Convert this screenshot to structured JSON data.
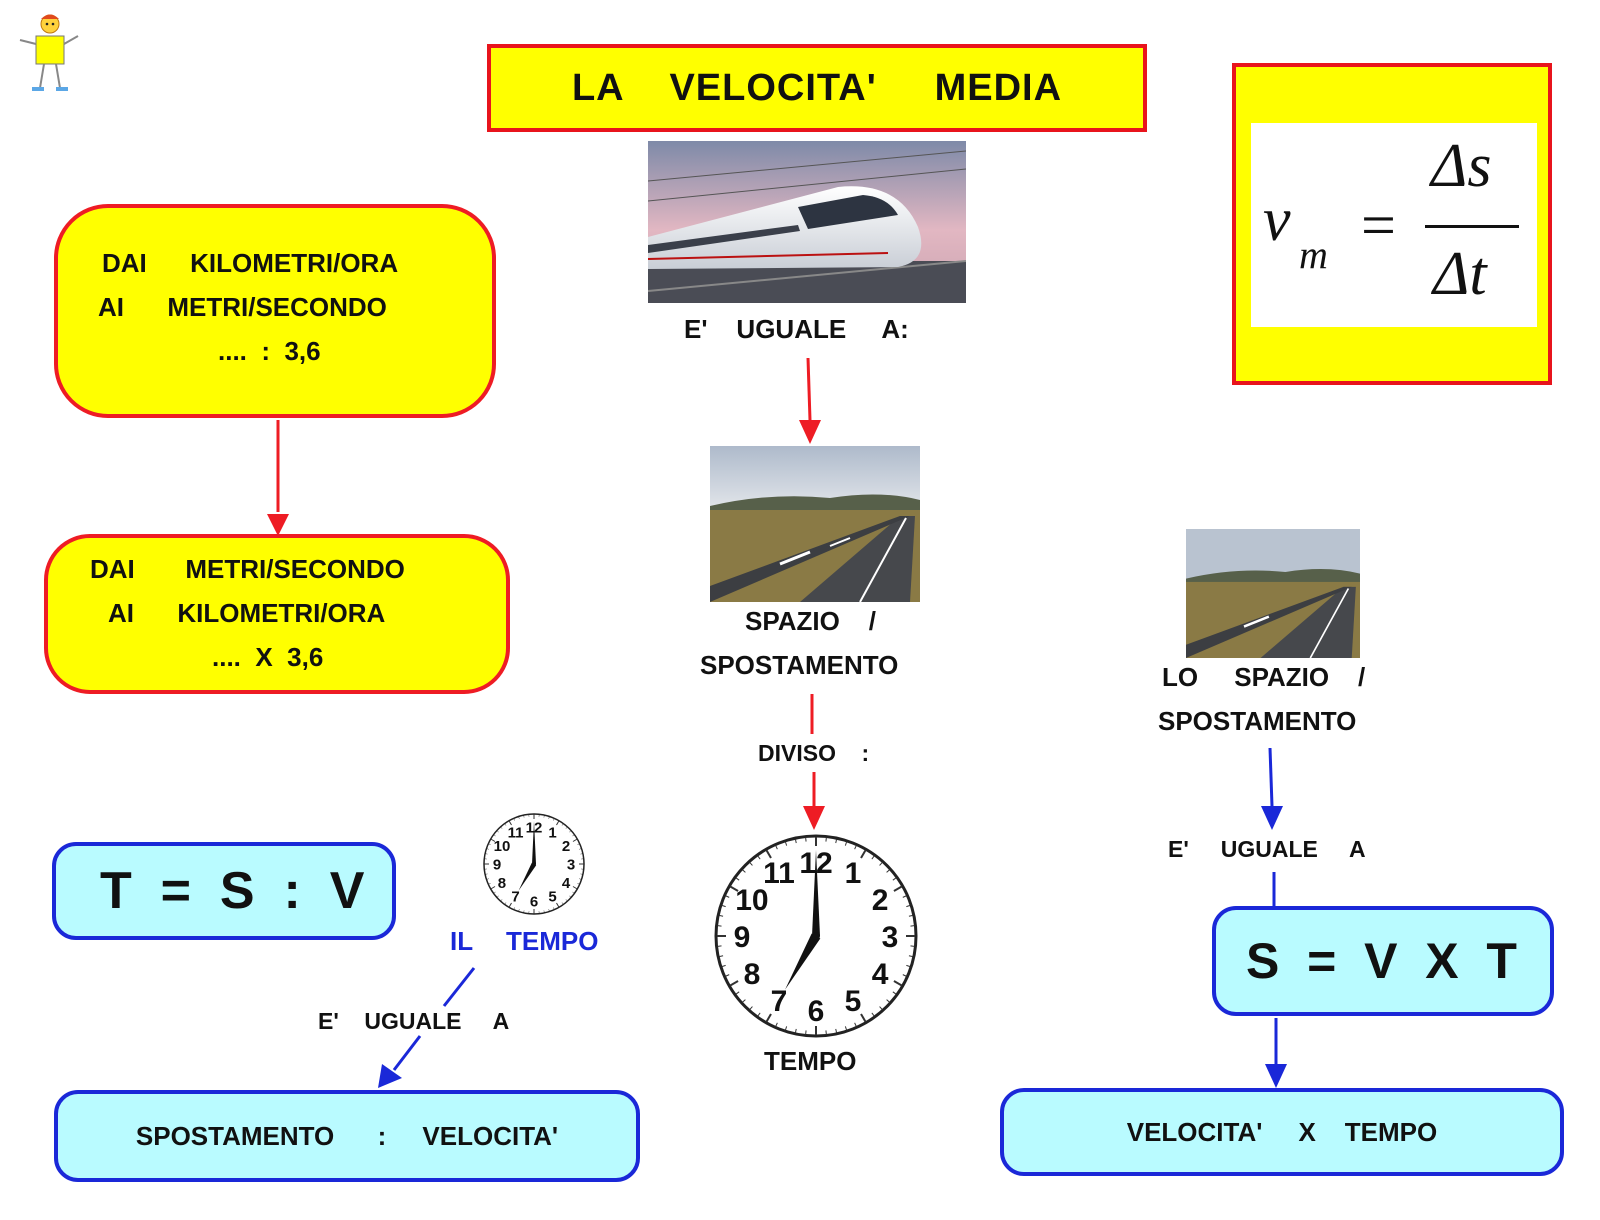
{
  "title": "LA    VELOCITA'     MEDIA",
  "formula": {
    "numerator": "Δs",
    "denominator": "Δt",
    "lhs_v": "v",
    "lhs_sub": "m",
    "equals": "="
  },
  "conversions": {
    "kmh_to_ms": {
      "line1": "DAI      KILOMETRI/ORA",
      "line2": "AI      METRI/SECONDO",
      "line3": "....  :  3,6"
    },
    "ms_to_kmh": {
      "line1": "DAI       METRI/SECONDO",
      "line2": "AI      KILOMETRI/ORA",
      "line3": "....  X  3,6"
    }
  },
  "center_flow": {
    "equals_label": "E'    UGUALE     A:",
    "space_line1": "SPAZIO    /",
    "space_line2": "SPOSTAMENTO",
    "divided_label": "DIVISO    :",
    "time_label": "TEMPO"
  },
  "time_formula": {
    "formula": "T  =  S  :  V",
    "il_label": "IL",
    "tempo_label": "TEMPO",
    "equals_label": "E'    UGUALE     A",
    "result": "SPOSTAMENTO      :     VELOCITA'"
  },
  "space_formula": {
    "line1": "LO     SPAZIO    /",
    "line2": "SPOSTAMENTO",
    "equals_label": "E'     UGUALE     A",
    "formula": "S  =  V  X  T",
    "result": "VELOCITA'     X    TEMPO"
  },
  "clock_numbers": [
    "12",
    "1",
    "2",
    "3",
    "4",
    "5",
    "6",
    "7",
    "8",
    "9",
    "10",
    "11"
  ],
  "colors": {
    "yellow": "#ffff00",
    "red": "#ee1c24",
    "cyan": "#b9fbff",
    "blue": "#1a28d8"
  }
}
